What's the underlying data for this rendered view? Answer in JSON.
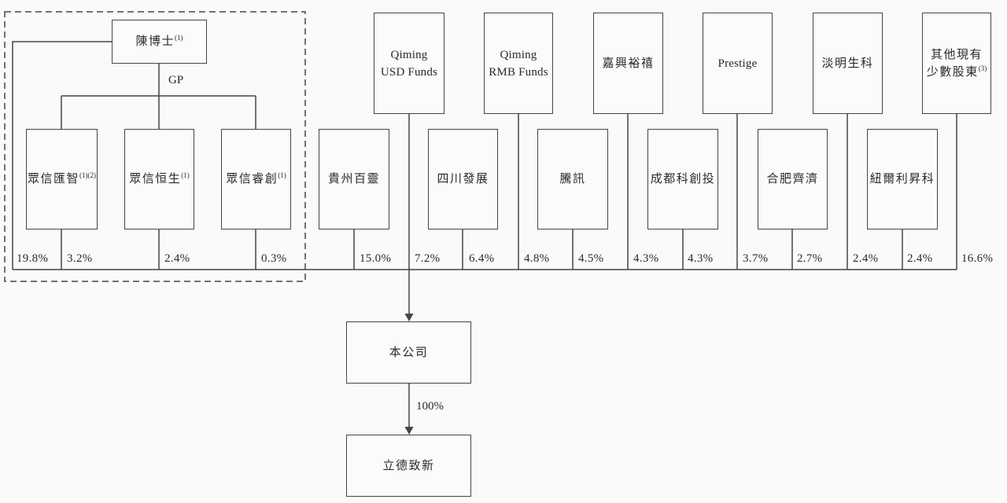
{
  "diagram": {
    "founder": {
      "name": "陳博士",
      "note": "(1)",
      "gp_label": "GP",
      "direct_ownership": "19.8%"
    },
    "gp_group": [
      {
        "name": "眾信匯智",
        "note": "(1)(2)",
        "ownership": "3.2%"
      },
      {
        "name": "眾信恒生",
        "note": "(1)",
        "ownership": "2.4%"
      },
      {
        "name": "眾信睿創",
        "note": "(1)",
        "ownership": "0.3%"
      }
    ],
    "shareholders_top": [
      {
        "line1": "Qiming",
        "line2": "USD Funds",
        "ownership": "7.2%"
      },
      {
        "line1": "Qiming",
        "line2": "RMB Funds",
        "ownership": "4.8%"
      },
      {
        "line1": "嘉興裕禧",
        "ownership": "4.3%"
      },
      {
        "line1": "Prestige",
        "ownership": "3.7%"
      },
      {
        "line1": "淡明生科",
        "ownership": "2.4%"
      },
      {
        "line1": "其他現有",
        "line2": "少數股東",
        "note": "(3)",
        "ownership": "16.6%"
      }
    ],
    "shareholders_mid": [
      {
        "name": "貴州百靈",
        "ownership": "15.0%"
      },
      {
        "name": "四川發展",
        "ownership": "6.4%"
      },
      {
        "name": "騰訊",
        "ownership": "4.5%"
      },
      {
        "name": "成都科創投",
        "ownership": "4.3%"
      },
      {
        "name": "合肥齊濟",
        "ownership": "2.7%"
      },
      {
        "name": "紐爾利昇科",
        "ownership": "2.4%"
      }
    ],
    "company": {
      "name": "本公司"
    },
    "subsidiary": {
      "name": "立德致新",
      "ownership": "100%"
    }
  }
}
